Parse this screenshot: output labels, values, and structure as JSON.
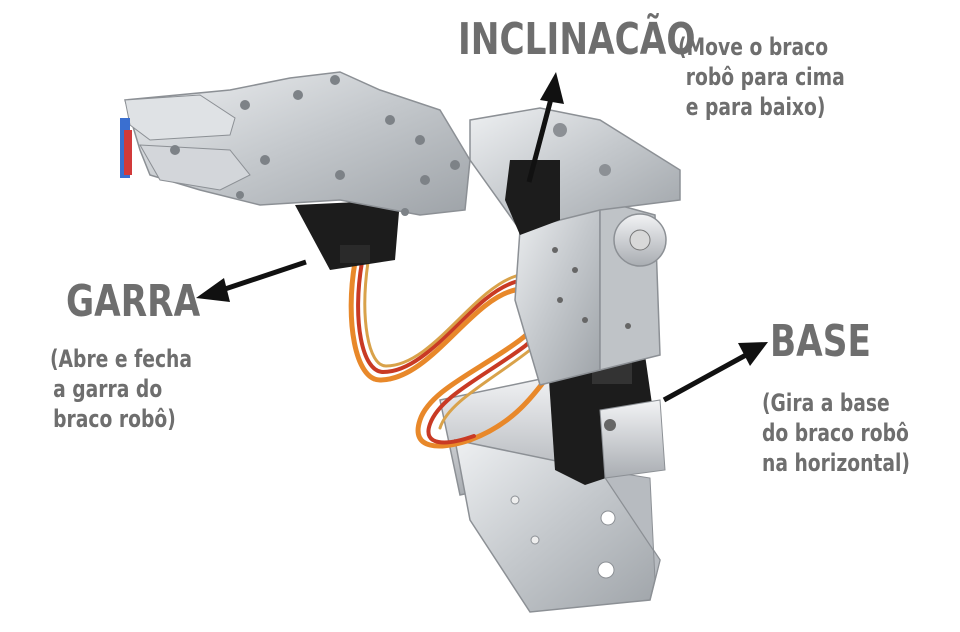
{
  "labels": {
    "inclinacao": {
      "title": "INCLINACÃO",
      "desc_lines": [
        "(Move o braco",
        "robô para cima",
        "e para baixo)"
      ]
    },
    "garra": {
      "title": "GARRA",
      "desc_lines": [
        "(Abre e fecha",
        "a garra do",
        "braco robô)"
      ]
    },
    "base": {
      "title": "BASE",
      "desc_lines": [
        "(Gira a base",
        "do braco robô",
        "na horizontal)"
      ]
    }
  },
  "colors": {
    "label_text": "#6e6e6e",
    "arrow": "#111111",
    "aluminum": "#c9ccd0",
    "servo": "#1c1c1c",
    "wire_orange": "#e8882a",
    "wire_red": "#c93a24"
  }
}
